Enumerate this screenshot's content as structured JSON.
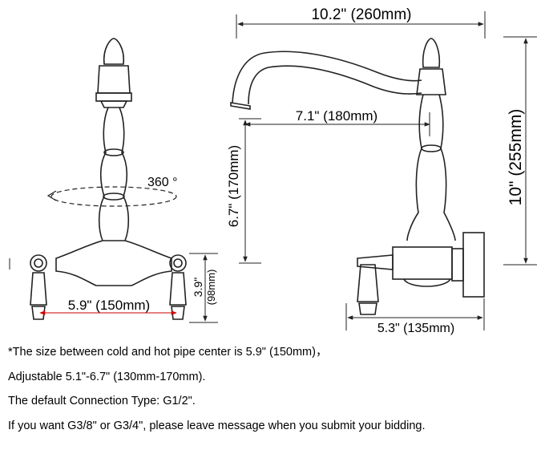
{
  "dimensions": {
    "total_width": "10.2\" (260mm)",
    "spout_reach": "7.1\" (180mm)",
    "spout_height": "6.7\" (170mm)",
    "total_height": "10\" (255mm)",
    "rotation": "360 °",
    "pipe_center": "5.9\" (150mm)",
    "body_height_in": "3.9\"",
    "body_height_mm": "(98mm)",
    "depth": "5.3\" (135mm)"
  },
  "notes": [
    "*The size between cold and hot pipe center is 5.9\" (150mm)，",
    "Adjustable 5.1\"-6.7\" (130mm-170mm).",
    "The default Connection Type: G1/2\".",
    "If you want G3/8\" or G3/4\", please leave message when you submit your bidding."
  ],
  "colors": {
    "line": "#222222",
    "pipe_center_line": "#cc0000"
  }
}
